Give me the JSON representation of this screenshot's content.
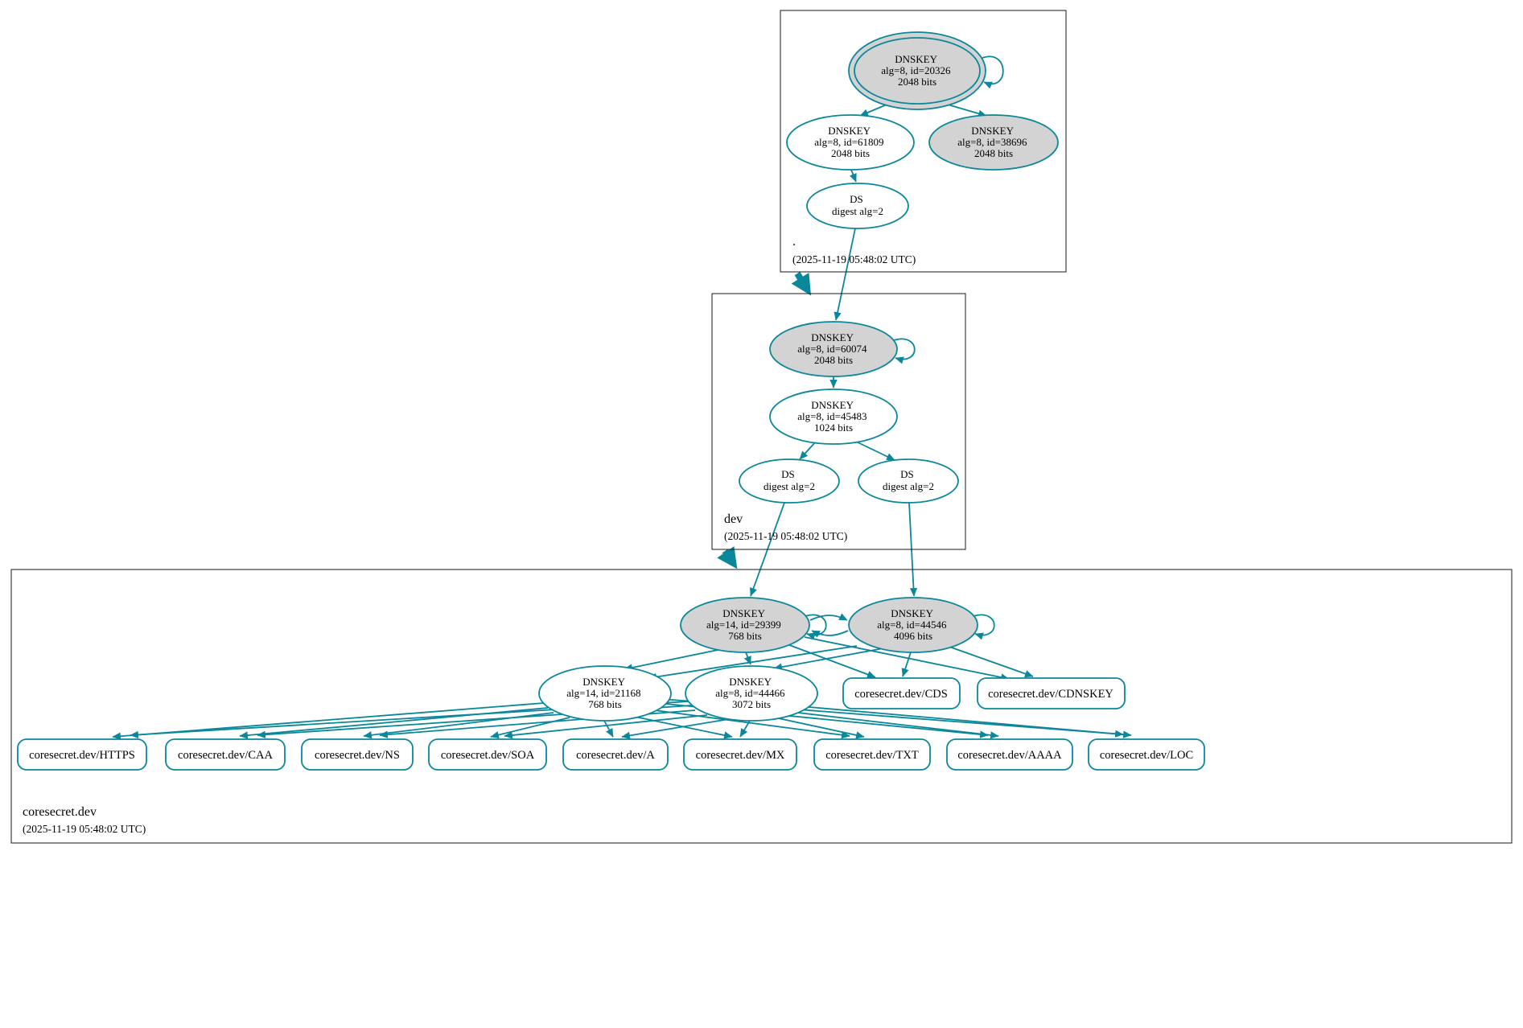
{
  "colors": {
    "edge": "#0a879a",
    "ksk_fill": "#d3d3d3",
    "node_fill": "#ffffff",
    "box_stroke": "#1a1a1a"
  },
  "zones": {
    "root": {
      "label": ".",
      "timestamp": "(2025-11-19 05:48:02 UTC)",
      "nodes": {
        "ksk_20326": {
          "title": "DNSKEY",
          "detail": "alg=8, id=20326",
          "bits": "2048 bits"
        },
        "zsk_61809": {
          "title": "DNSKEY",
          "detail": "alg=8, id=61809",
          "bits": "2048 bits"
        },
        "key_38696": {
          "title": "DNSKEY",
          "detail": "alg=8, id=38696",
          "bits": "2048 bits"
        },
        "ds": {
          "title": "DS",
          "detail": "digest alg=2"
        }
      }
    },
    "dev": {
      "label": "dev",
      "timestamp": "(2025-11-19 05:48:02 UTC)",
      "nodes": {
        "ksk_60074": {
          "title": "DNSKEY",
          "detail": "alg=8, id=60074",
          "bits": "2048 bits"
        },
        "zsk_45483": {
          "title": "DNSKEY",
          "detail": "alg=8, id=45483",
          "bits": "1024 bits"
        },
        "ds_left": {
          "title": "DS",
          "detail": "digest alg=2"
        },
        "ds_right": {
          "title": "DS",
          "detail": "digest alg=2"
        }
      }
    },
    "coresecret": {
      "label": "coresecret.dev",
      "timestamp": "(2025-11-19 05:48:02 UTC)",
      "nodes": {
        "ksk_29399": {
          "title": "DNSKEY",
          "detail": "alg=14, id=29399",
          "bits": "768 bits"
        },
        "ksk_44546": {
          "title": "DNSKEY",
          "detail": "alg=8, id=44546",
          "bits": "4096 bits"
        },
        "zsk_21168": {
          "title": "DNSKEY",
          "detail": "alg=14, id=21168",
          "bits": "768 bits"
        },
        "zsk_44466": {
          "title": "DNSKEY",
          "detail": "alg=8, id=44466",
          "bits": "3072 bits"
        },
        "cds": {
          "label": "coresecret.dev/CDS"
        },
        "cdnskey": {
          "label": "coresecret.dev/CDNSKEY"
        }
      },
      "rrsets": [
        "coresecret.dev/HTTPS",
        "coresecret.dev/CAA",
        "coresecret.dev/NS",
        "coresecret.dev/SOA",
        "coresecret.dev/A",
        "coresecret.dev/MX",
        "coresecret.dev/TXT",
        "coresecret.dev/AAAA",
        "coresecret.dev/LOC"
      ]
    }
  }
}
